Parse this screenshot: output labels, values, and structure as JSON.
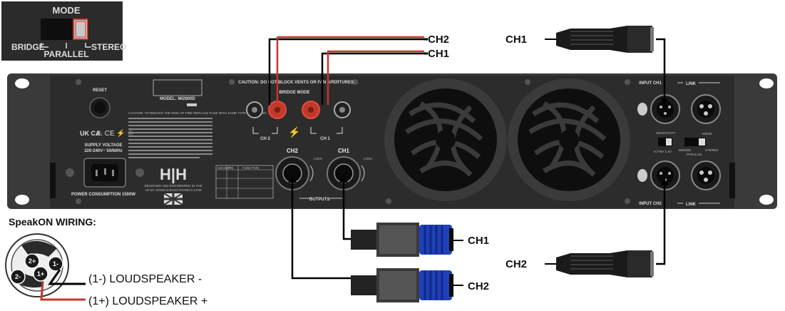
{
  "mode_inset": {
    "title": "MODE",
    "bridge": "BRIDGE",
    "parallel": "PARALLEL",
    "stereo": "STEREO"
  },
  "panel": {
    "caution_top": "CAUTION: DO NOT BLOCK VENTS OR FAN APERTURES",
    "reset": "RESET",
    "model": "MODEL: MI2800D",
    "bridge_mode": "BRIDGE MODE",
    "ch2_term": "CH 2",
    "ch1_term": "CH 1",
    "ukca": "UK CA",
    "supply_voltage_1": "SUPPLY VOLTAGE",
    "supply_voltage_2": "220-240V~ 50/60Hz",
    "power": "POWER CONSUMPTION 1500W",
    "caution_text": "CAUTION: TO REDUCE THE RISK OF FIRE REPLACE FUSE WITH SAME TYPE AND RATING.",
    "logo": "H|H",
    "designed_1": "DESIGNED AND ENGINEERED IN THE",
    "designed_2": "UK BY WWW.HHELECTRONICS.COM",
    "ch2": "CH2",
    "ch1": "CH1",
    "lock": "LOCK",
    "outputs": "OUTPUTS",
    "input_ch1": "INPUT CH1",
    "input_ch2": "INPUT CH2",
    "link": "LINK",
    "sensitivity": "SENSITIVITY",
    "sens_values": "0.775V 1.4V",
    "mode": "MODE",
    "bridge": "BRIDGE",
    "parallel": "PARALLEL",
    "stereo": "STEREO",
    "table_headers": [
      "SOCKET",
      "PIN",
      "FUNCTION"
    ]
  },
  "callouts": {
    "ch2_top": "CH2",
    "ch1_top": "CH1",
    "ch1_input_left": "CH1",
    "ch2_input_left": "CH2",
    "ch1_speakon": "CH1",
    "ch2_speakon": "CH2"
  },
  "wiring": {
    "title": "SpeakON WIRING:",
    "pins": [
      "2+",
      "1+",
      "2-",
      "1-"
    ],
    "line1": "(1-)  LOUDSPEAKER -",
    "line2": "(1+) LOUDSPEAKER +"
  }
}
